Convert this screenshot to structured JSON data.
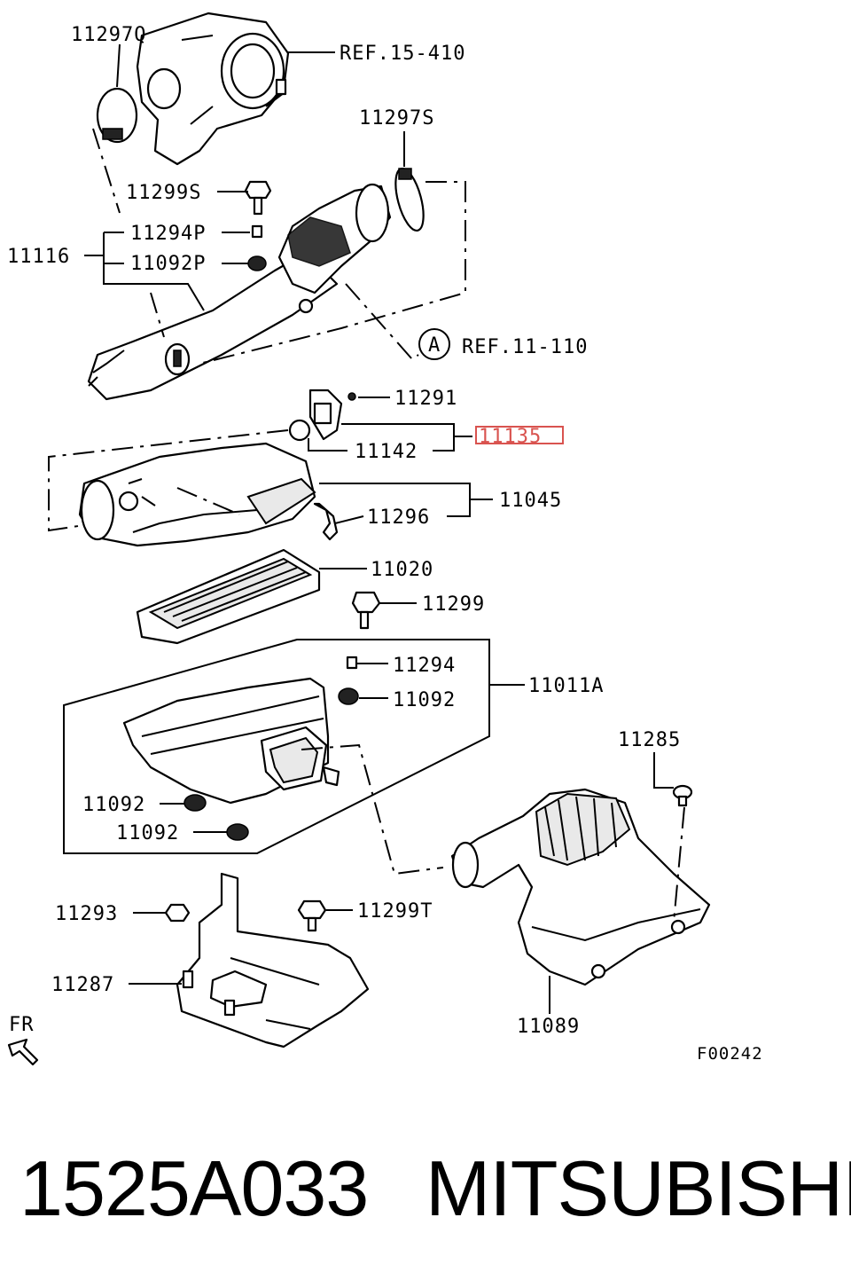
{
  "diagram": {
    "labels": {
      "l11297q": "11297Q",
      "ref15410": "REF.15-410",
      "l11297s": "11297S",
      "l11299s": "11299S",
      "l11294p": "11294P",
      "l11116": "11116",
      "l11092p": "11092P",
      "circleA": "A",
      "ref11110": "REF.11-110",
      "l11291": "11291",
      "l11135": "11135",
      "l11142": "11142",
      "l11045": "11045",
      "l11296": "11296",
      "l11020": "11020",
      "l11299": "11299",
      "l11294": "11294",
      "l11011a": "11011A",
      "l11092a": "11092",
      "l11092b": "11092",
      "l11092c": "11092",
      "l11285": "11285",
      "l11293": "11293",
      "l11299t": "11299T",
      "l11287": "11287",
      "fr": "FR",
      "l11089": "11089",
      "figcode": "F00242"
    },
    "highlight_color": "#d9534f"
  },
  "footer": {
    "part_number": "1525A033",
    "brand": "MITSUBISHI"
  }
}
